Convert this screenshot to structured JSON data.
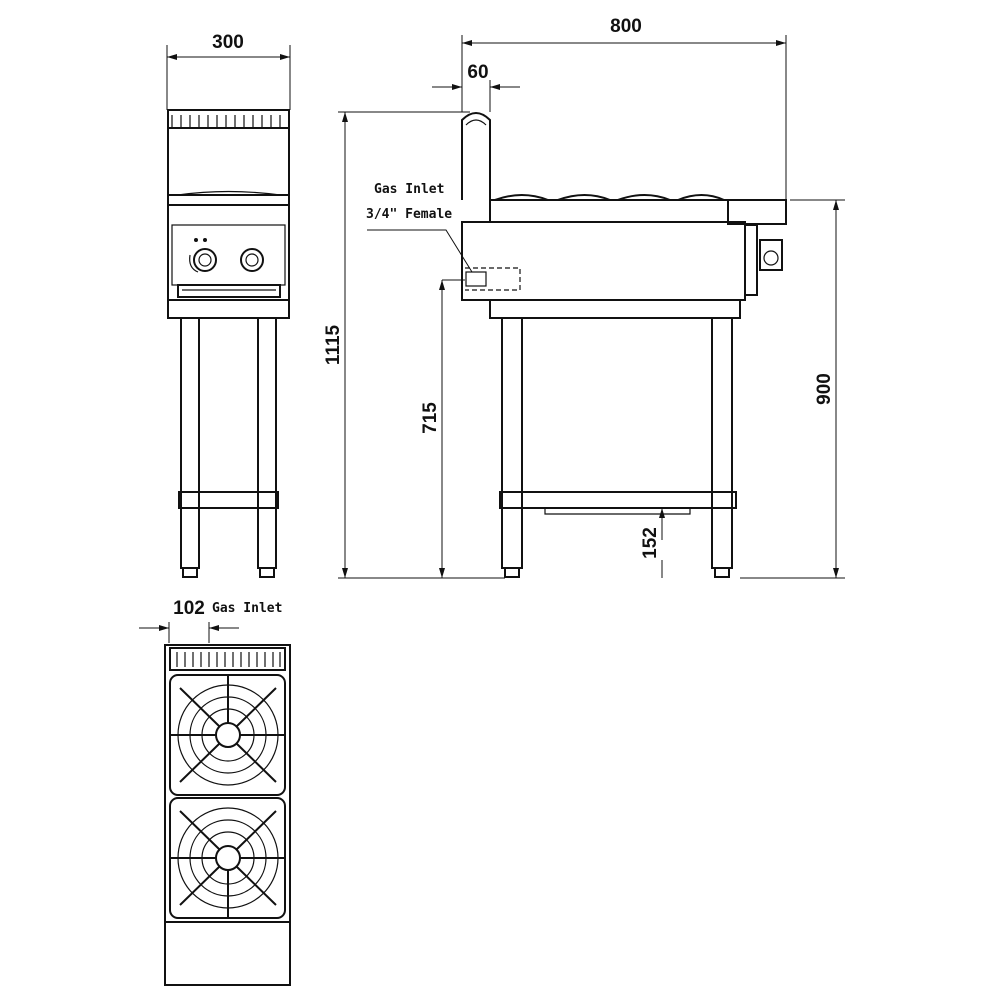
{
  "dimensions": {
    "front_width": "300",
    "side_depth": "800",
    "backsplash_depth": "60",
    "total_height": "1115",
    "gas_inlet_height": "715",
    "work_height": "900",
    "shelf_height": "152",
    "gas_inlet_offset": "102"
  },
  "labels": {
    "gas_inlet_side_line1": "Gas Inlet",
    "gas_inlet_side_line2": "3/4\" Female",
    "gas_inlet_top": "Gas Inlet"
  }
}
